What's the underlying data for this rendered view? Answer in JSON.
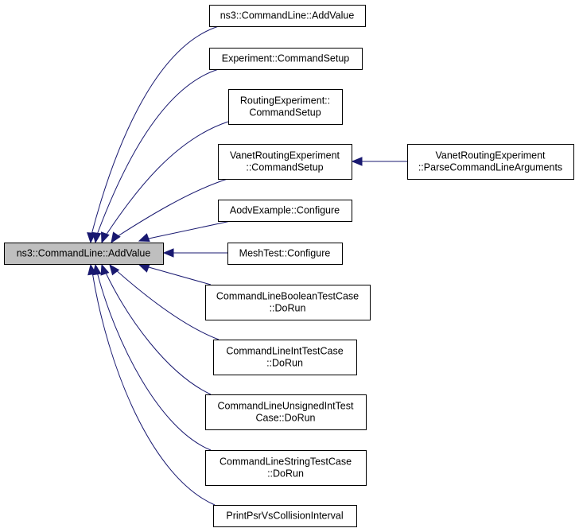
{
  "diagram": {
    "type": "caller-graph",
    "edge_color": "#191970",
    "focus_fill": "#bfbfbf",
    "node_fill": "#ffffff",
    "node_border": "#000000",
    "nodes": [
      {
        "id": "main",
        "lines": [
          "ns3::CommandLine::AddValue"
        ],
        "focus": true
      },
      {
        "id": "n1",
        "lines": [
          "ns3::CommandLine::AddValue"
        ]
      },
      {
        "id": "n2",
        "lines": [
          "Experiment::CommandSetup"
        ]
      },
      {
        "id": "n3",
        "lines": [
          "RoutingExperiment::",
          "CommandSetup"
        ]
      },
      {
        "id": "n4",
        "lines": [
          "VanetRoutingExperiment",
          "::CommandSetup"
        ]
      },
      {
        "id": "n5",
        "lines": [
          "VanetRoutingExperiment",
          "::ParseCommandLineArguments"
        ]
      },
      {
        "id": "n6",
        "lines": [
          "AodvExample::Configure"
        ]
      },
      {
        "id": "n7",
        "lines": [
          "MeshTest::Configure"
        ]
      },
      {
        "id": "n8",
        "lines": [
          "CommandLineBooleanTestCase",
          "::DoRun"
        ]
      },
      {
        "id": "n9",
        "lines": [
          "CommandLineIntTestCase",
          "::DoRun"
        ]
      },
      {
        "id": "n10",
        "lines": [
          "CommandLineUnsignedIntTest",
          "Case::DoRun"
        ]
      },
      {
        "id": "n11",
        "lines": [
          "CommandLineStringTestCase",
          "::DoRun"
        ]
      },
      {
        "id": "n12",
        "lines": [
          "PrintPsrVsCollisionInterval"
        ]
      }
    ],
    "edges": [
      {
        "from": "n1",
        "to": "main"
      },
      {
        "from": "n2",
        "to": "main"
      },
      {
        "from": "n3",
        "to": "main"
      },
      {
        "from": "n4",
        "to": "main"
      },
      {
        "from": "n5",
        "to": "n4"
      },
      {
        "from": "n6",
        "to": "main"
      },
      {
        "from": "n7",
        "to": "main"
      },
      {
        "from": "n8",
        "to": "main"
      },
      {
        "from": "n9",
        "to": "main"
      },
      {
        "from": "n10",
        "to": "main"
      },
      {
        "from": "n11",
        "to": "main"
      },
      {
        "from": "n12",
        "to": "main"
      }
    ]
  }
}
